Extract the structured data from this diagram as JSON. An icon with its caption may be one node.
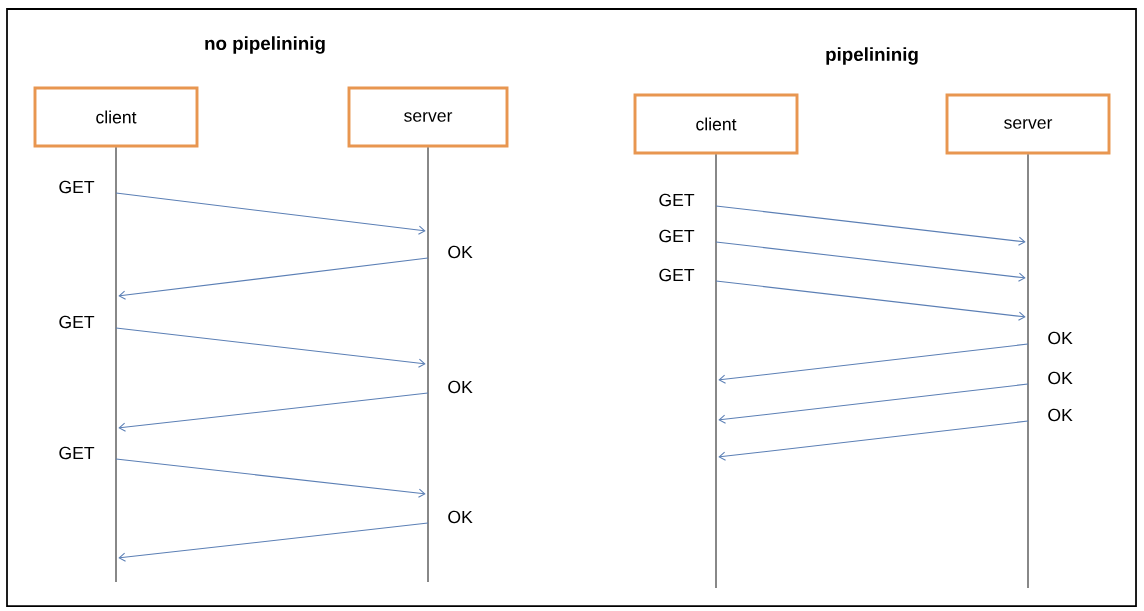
{
  "diagram": {
    "nodes": [
      {
        "text": [
          "client"
        ]
      },
      {
        "text": [
          "server"
        ]
      },
      {
        "text": [
          "client"
        ]
      },
      {
        "text": [
          "server"
        ]
      }
    ],
    "edges": [
      {
        "from": 0,
        "to": 1,
        "arrow": "to",
        "label": "GET"
      },
      {
        "from": 1,
        "to": 0,
        "arrow": "to",
        "label": "OK"
      },
      {
        "from": 0,
        "to": 1,
        "arrow": "to",
        "label": "GET"
      },
      {
        "from": 1,
        "to": 0,
        "arrow": "to",
        "label": "OK"
      },
      {
        "from": 0,
        "to": 1,
        "arrow": "to",
        "label": "GET"
      },
      {
        "from": 1,
        "to": 0,
        "arrow": "to",
        "label": "OK"
      },
      {
        "from": 2,
        "to": 3,
        "arrow": "to",
        "label": "GET"
      },
      {
        "from": 2,
        "to": 3,
        "arrow": "to",
        "label": "GET"
      },
      {
        "from": 2,
        "to": 3,
        "arrow": "to",
        "label": "GET"
      },
      {
        "from": 3,
        "to": 2,
        "arrow": "to",
        "label": "OK"
      },
      {
        "from": 3,
        "to": 2,
        "arrow": "to",
        "label": "OK"
      },
      {
        "from": 3,
        "to": 2,
        "arrow": "to",
        "label": "OK"
      }
    ],
    "labels": [
      "no pipelininig",
      "pipelininig"
    ]
  }
}
